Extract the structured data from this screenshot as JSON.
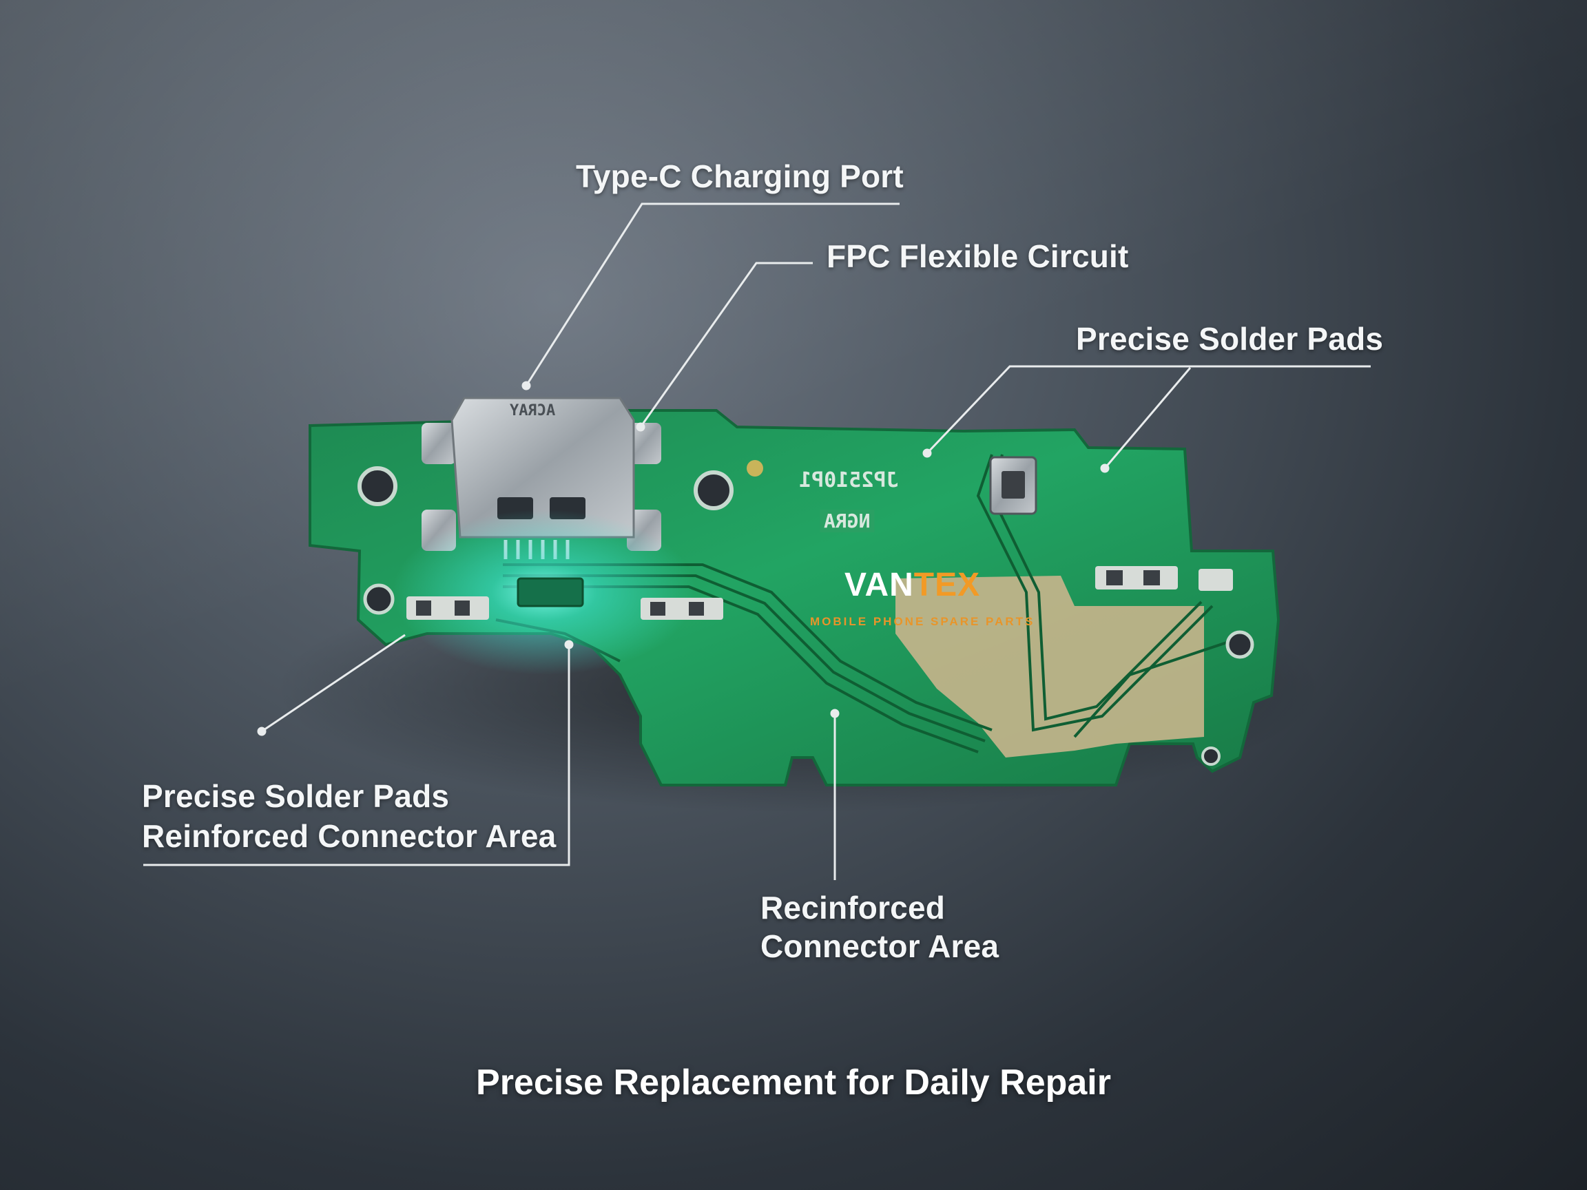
{
  "callouts": {
    "type_c_port": "Type-C Charging Port",
    "fpc_circuit": "FPC Flexible Circuit",
    "solder_pads_right": "Precise Solder Pads",
    "solder_pads_left": "Precise Solder Pads",
    "connector_area_left": "Reinforced Connector Area",
    "connector_area_bottom_line1": "Recinforced",
    "connector_area_bottom_line2": "Connector Area"
  },
  "brand": {
    "name_part1": "VAN",
    "name_part2": "TEX",
    "tagline": "MOBILE PHONE SPARE PARTS"
  },
  "board_markings": {
    "part_code": "JP2510P1",
    "stamp": "NGRA",
    "port_text": "ACRAY"
  },
  "caption": "Precise Replacement for Daily Repair",
  "colors": {
    "board_green": "#1f9a58",
    "glow": "#3fe6d4",
    "brand_accent": "#f29a26",
    "copper": "#c8b58c"
  }
}
